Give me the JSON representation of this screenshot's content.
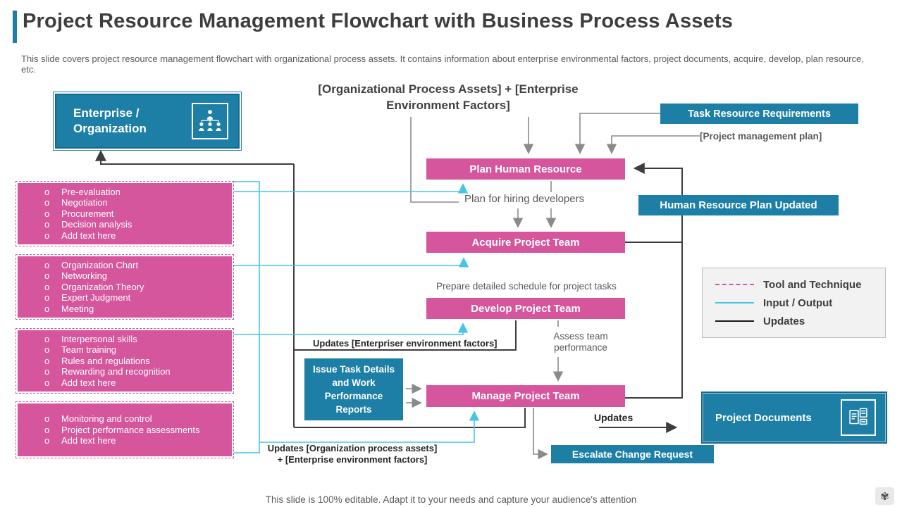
{
  "slide": {
    "title": "Project Resource Management Flowchart with Business Process Assets",
    "subtitle": "This slide covers project resource management flowchart with organizational process assets. It contains information about enterprise environmental factors, project documents, acquire, develop, plan resource, etc.",
    "footer": "This slide is 100% editable. Adapt it to your needs and capture your audience's attention"
  },
  "header_note": {
    "text": "[Organizational Process Assets] + [Enterprise Environment Factors]"
  },
  "nodes": {
    "enterprise": {
      "label": "Enterprise / Organization"
    },
    "task_resource_requirements": {
      "label": "Task Resource Requirements"
    },
    "project_management_plan": {
      "label": "[Project management plan]"
    },
    "plan_human_resource": {
      "label": "Plan Human Resource"
    },
    "human_resource_plan_updated": {
      "label": "Human Resource Plan Updated"
    },
    "acquire_project_team": {
      "label": "Acquire Project Team"
    },
    "develop_project_team": {
      "label": "Develop Project Team"
    },
    "manage_project_team": {
      "label": "Manage Project Team"
    },
    "issue_task_details": {
      "label": "Issue Task Details and Work Performance Reports"
    },
    "project_documents": {
      "label": "Project Documents"
    },
    "escalate_change_request": {
      "label": "Escalate Change Request"
    }
  },
  "annotations": {
    "plan_hiring": "Plan for hiring developers",
    "prepare_schedule": "Prepare detailed schedule for project tasks",
    "assess_team": "Assess team performance",
    "updates_enterpriser": "Updates [Enterpriser environment factors]",
    "updates_org_assets": "Updates [Organization process assets] + [Enterprise environment factors]",
    "updates": "Updates"
  },
  "lists": [
    {
      "items": [
        "Pre-evaluation",
        "Negotiation",
        "Procurement",
        "Decision analysis",
        "Add text here"
      ]
    },
    {
      "items": [
        "Organization Chart",
        "Networking",
        "Organization Theory",
        "Expert Judgment",
        "Meeting"
      ]
    },
    {
      "items": [
        "Interpersonal skills",
        "Team training",
        "Rules and regulations",
        "Rewarding and recognition",
        "Add text here"
      ]
    },
    {
      "items": [
        "Monitoring and control",
        "Project performance assessments",
        "Add text here"
      ]
    }
  ],
  "legend": {
    "items": [
      {
        "label": "Tool and Technique",
        "style": "dashed-pink"
      },
      {
        "label": "Input / Output",
        "style": "solid-cyan"
      },
      {
        "label": "Updates",
        "style": "solid-black"
      }
    ]
  },
  "colors": {
    "teal": "#1d7fa6",
    "pink": "#d6569d",
    "cyan": "#45c6e6",
    "line_gray": "#8a8a8a",
    "line_dark": "#3d3d3d",
    "legend_bg": "#f2f2f2"
  },
  "icons": {
    "enterprise": "org-chart-icon",
    "project_documents": "documents-icon",
    "corner_glyph": "✾"
  }
}
